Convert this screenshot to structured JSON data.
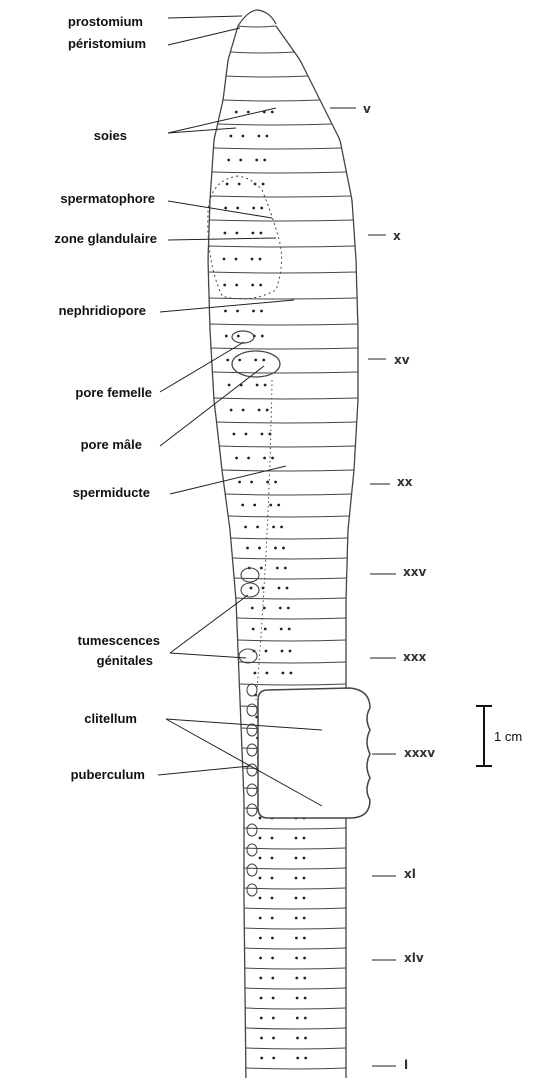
{
  "labels": {
    "prostomium": "prostomium",
    "peristomium": "péristomium",
    "soies": "soies",
    "spermatophore": "spermatophore",
    "zone_glandulaire": "zone glandulaire",
    "nephridiopore": "nephridiopore",
    "pore_femelle": "pore femelle",
    "pore_male": "pore mâle",
    "spermiducte": "spermiducte",
    "tumescences": "tumescences",
    "genitales": "génitales",
    "clitellum": "clitellum",
    "puberculum": "puberculum"
  },
  "segment_numbers": {
    "v": "v",
    "x": "x",
    "xv": "xv",
    "xx": "xx",
    "xxv": "xxv",
    "xxx": "xxx",
    "xxxv": "xxxv",
    "xl": "xl",
    "xlv": "xlv",
    "l": "l"
  },
  "scale_bar": {
    "label": "1 cm"
  },
  "colors": {
    "outline": "#444444",
    "dots": "#222222",
    "text": "#111111"
  }
}
